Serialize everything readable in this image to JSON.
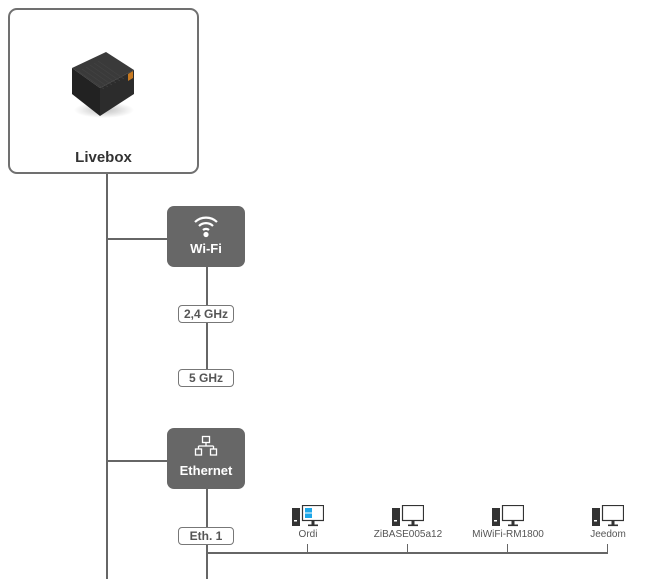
{
  "root": {
    "label": "Livebox",
    "icon": "router-box-image"
  },
  "branches": [
    {
      "label": "Wi-Fi",
      "icon": "wifi-icon",
      "bands": [
        {
          "label": "2,4 GHz"
        },
        {
          "label": "5 GHz"
        }
      ]
    },
    {
      "label": "Ethernet",
      "icon": "network-icon",
      "ports": [
        {
          "label": "Eth. 1"
        }
      ]
    }
  ],
  "devices": [
    {
      "label": "Ordi",
      "icon": "windows-computer-icon"
    },
    {
      "label": "ZiBASE005a12",
      "icon": "computer-icon"
    },
    {
      "label": "MiWiFi-RM1800",
      "icon": "computer-icon"
    },
    {
      "label": "Jeedom",
      "icon": "computer-icon"
    }
  ],
  "colors": {
    "node_fill": "#676767",
    "line": "#666666",
    "windows_accent": "#1ea7e8"
  }
}
